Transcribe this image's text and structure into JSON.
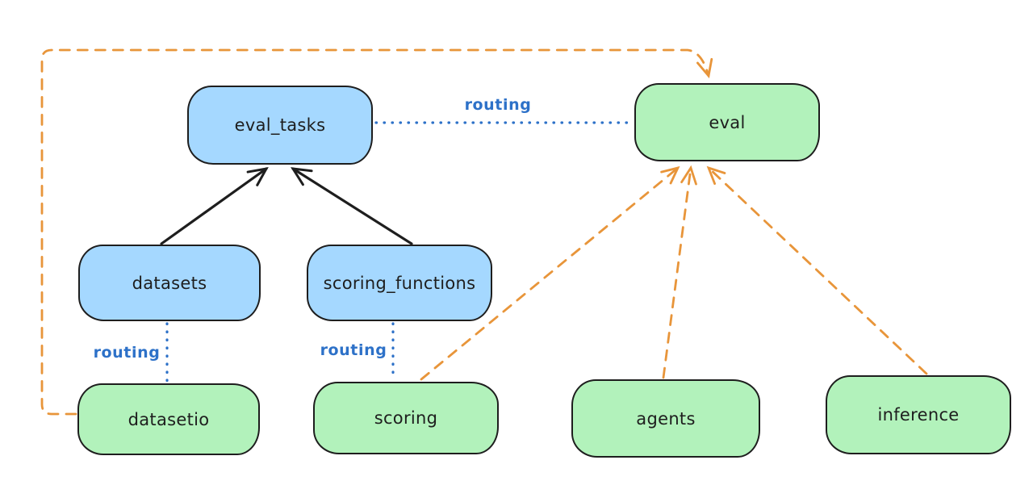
{
  "diagram": {
    "background": "#ffffff",
    "nodes": [
      {
        "id": "eval_tasks",
        "label": "eval_tasks",
        "fill": "#a5d8ff"
      },
      {
        "id": "eval",
        "label": "eval",
        "fill": "#b2f2bb"
      },
      {
        "id": "datasets",
        "label": "datasets",
        "fill": "#a5d8ff"
      },
      {
        "id": "scoring_functions",
        "label": "scoring_functions",
        "fill": "#a5d8ff"
      },
      {
        "id": "datasetio",
        "label": "datasetio",
        "fill": "#b2f2bb"
      },
      {
        "id": "scoring",
        "label": "scoring",
        "fill": "#b2f2bb"
      },
      {
        "id": "agents",
        "label": "agents",
        "fill": "#b2f2bb"
      },
      {
        "id": "inference",
        "label": "inference",
        "fill": "#b2f2bb"
      }
    ],
    "edges": [
      {
        "from": "datasets",
        "to": "eval_tasks",
        "style": "solid",
        "color": "#1e1e1e",
        "arrow": "end"
      },
      {
        "from": "scoring_functions",
        "to": "eval_tasks",
        "style": "solid",
        "color": "#1e1e1e",
        "arrow": "end"
      },
      {
        "from": "eval_tasks",
        "to": "eval",
        "style": "dotted",
        "color": "#2d71c8",
        "arrow": "none",
        "label": "routing"
      },
      {
        "from": "datasets",
        "to": "datasetio",
        "style": "dotted",
        "color": "#2d71c8",
        "arrow": "none",
        "label": "routing"
      },
      {
        "from": "scoring_functions",
        "to": "scoring",
        "style": "dotted",
        "color": "#2d71c8",
        "arrow": "none",
        "label": "routing"
      },
      {
        "from": "datasetio",
        "to": "eval",
        "style": "dashed",
        "color": "#e8953a",
        "arrow": "end",
        "route": "left-top-loop"
      },
      {
        "from": "scoring",
        "to": "eval",
        "style": "dashed",
        "color": "#e8953a",
        "arrow": "end"
      },
      {
        "from": "agents",
        "to": "eval",
        "style": "dashed",
        "color": "#e8953a",
        "arrow": "end"
      },
      {
        "from": "inference",
        "to": "eval",
        "style": "dashed",
        "color": "#e8953a",
        "arrow": "end"
      }
    ],
    "colors": {
      "node_border": "#1e1e1e",
      "node_fill_blue": "#a5d8ff",
      "node_fill_green": "#b2f2bb",
      "edge_black": "#1e1e1e",
      "edge_orange": "#e8953a",
      "edge_blue": "#2d71c8"
    }
  }
}
